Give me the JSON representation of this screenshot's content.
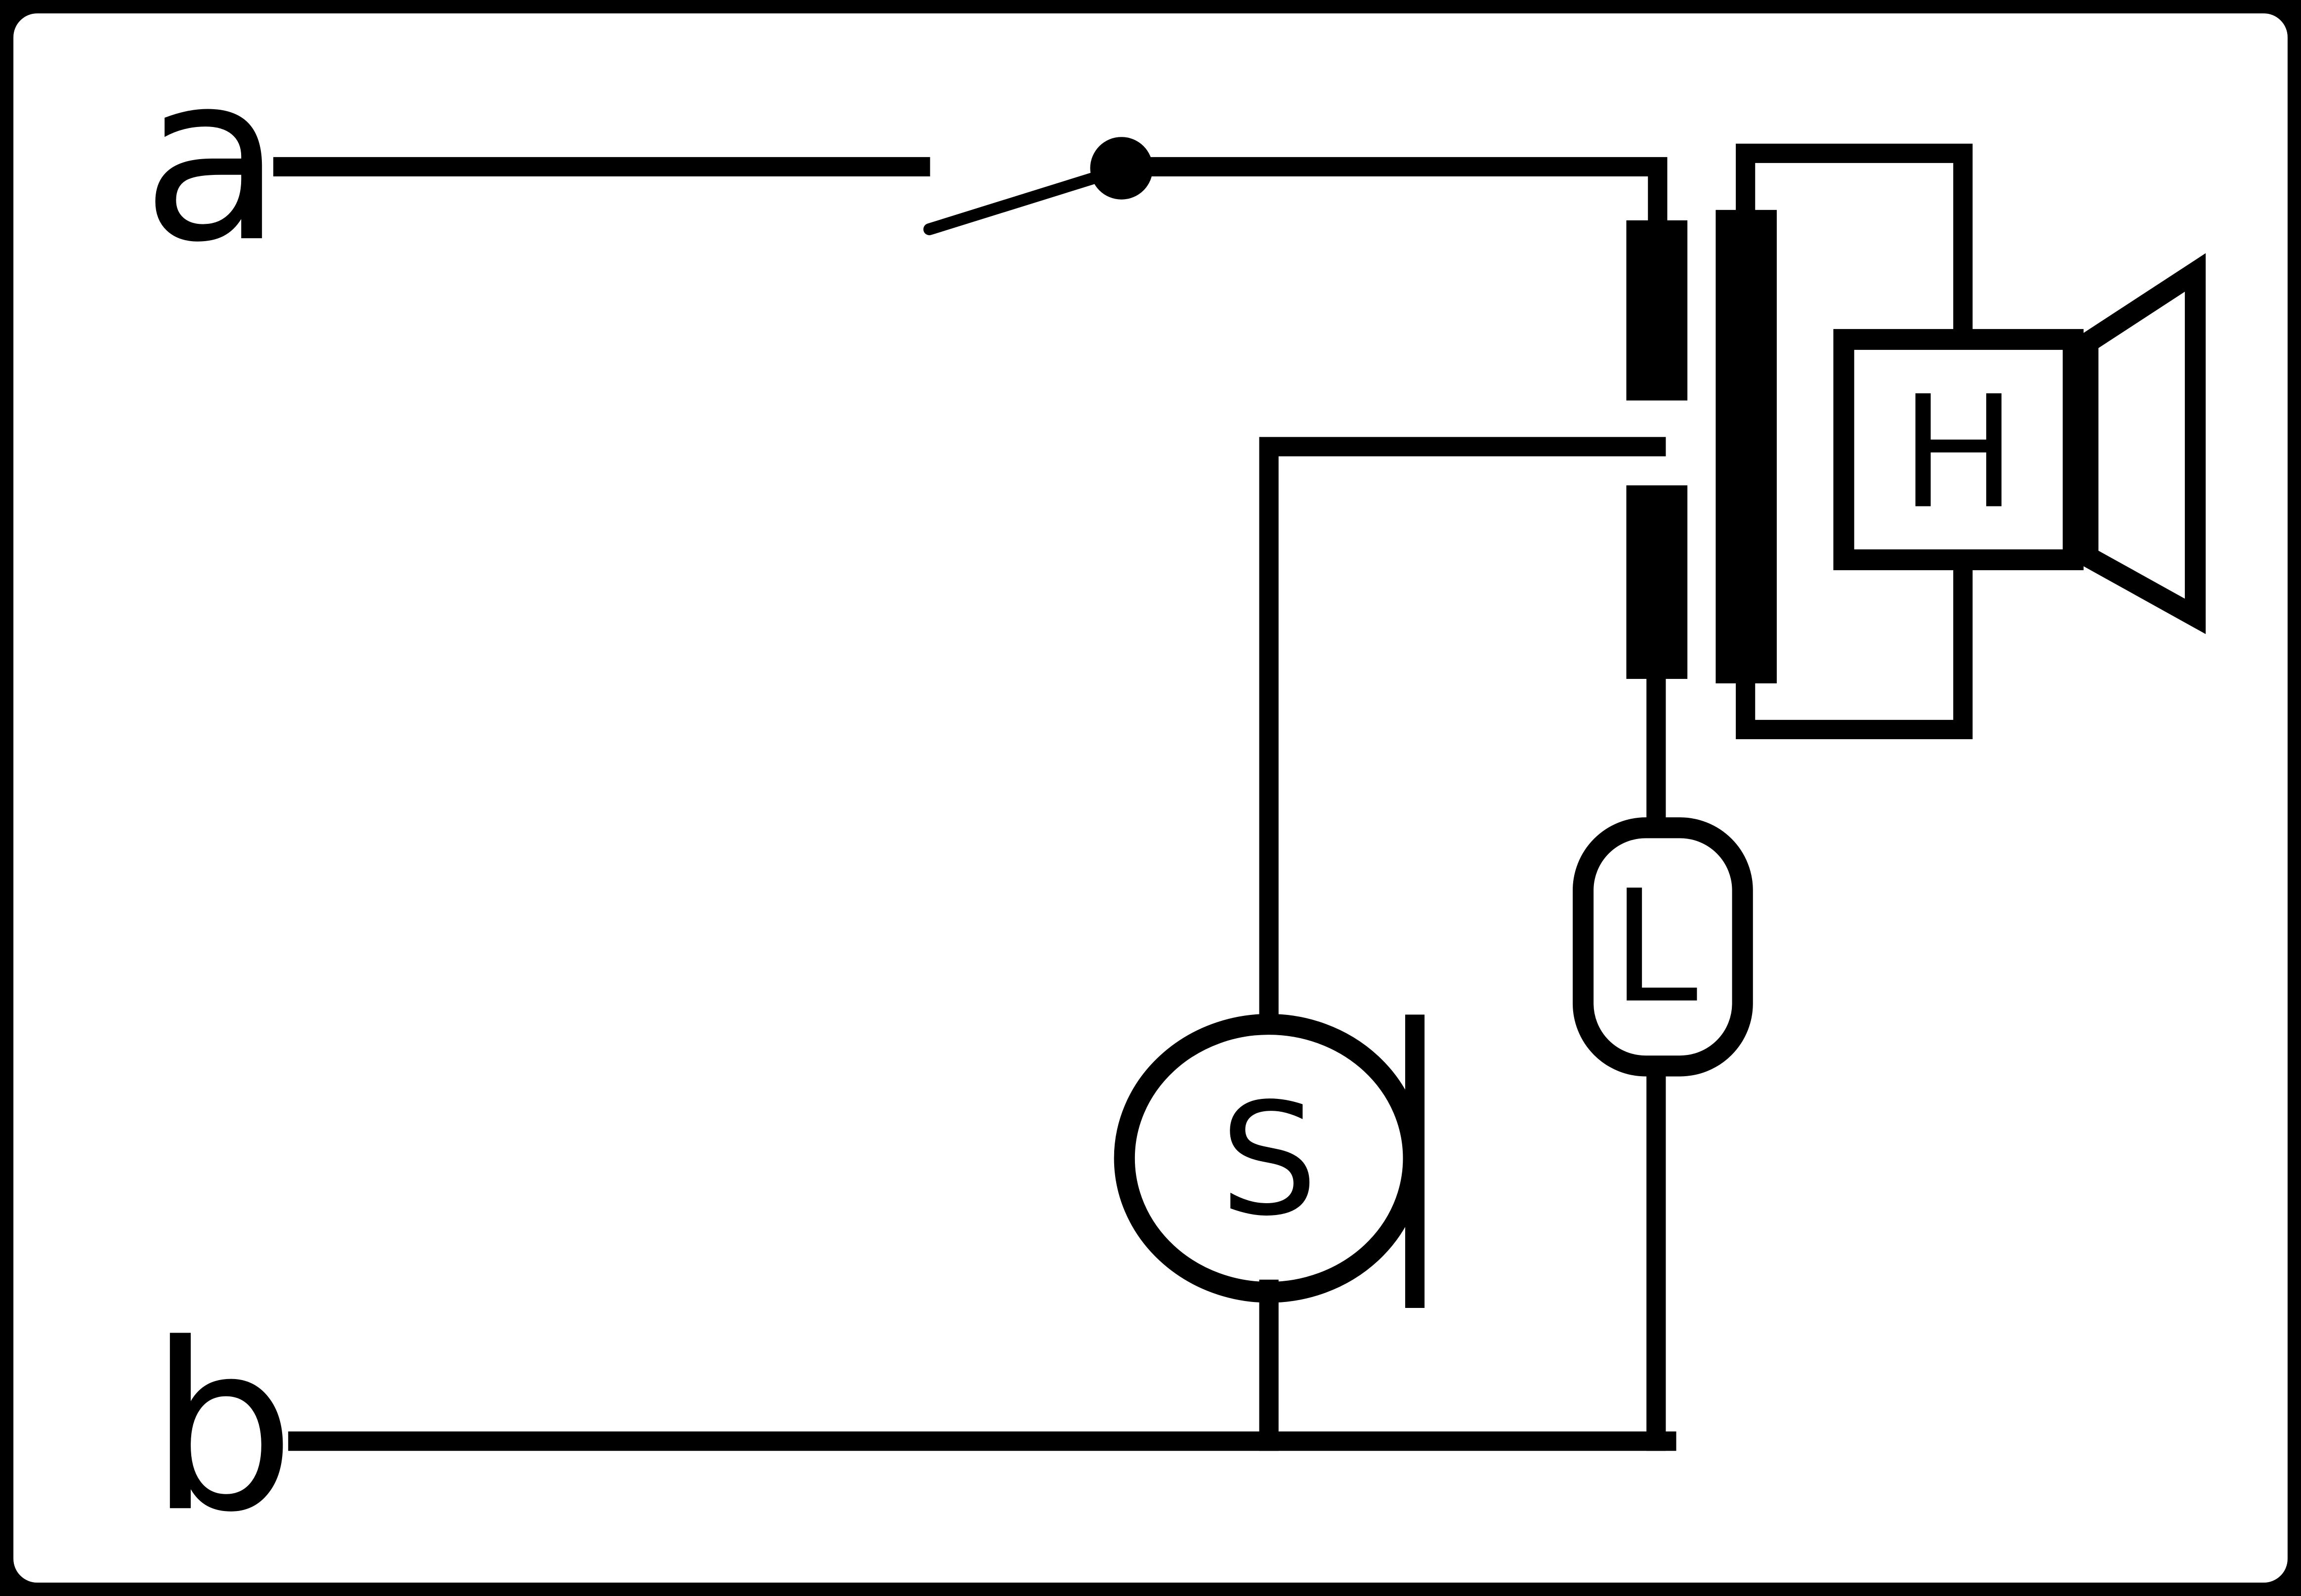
{
  "diagram": {
    "kind": "circuit-diagram",
    "colors": {
      "background": "#ffffff",
      "frame": "#000000",
      "ink": "#000000"
    },
    "labels": {
      "terminal_a": "a",
      "terminal_b": "b",
      "microphone": "S",
      "cell": "L",
      "receiver": "H"
    },
    "symbols": [
      {
        "id": "switch",
        "icon": "open-switch-icon"
      },
      {
        "id": "transformer",
        "icon": "transformer-windings-icon"
      },
      {
        "id": "microphone",
        "icon": "carbon-microphone-icon",
        "label": "S"
      },
      {
        "id": "cell",
        "icon": "cell-pill-icon",
        "label": "L"
      },
      {
        "id": "receiver",
        "icon": "earphone-horn-icon",
        "label": "H"
      }
    ]
  }
}
